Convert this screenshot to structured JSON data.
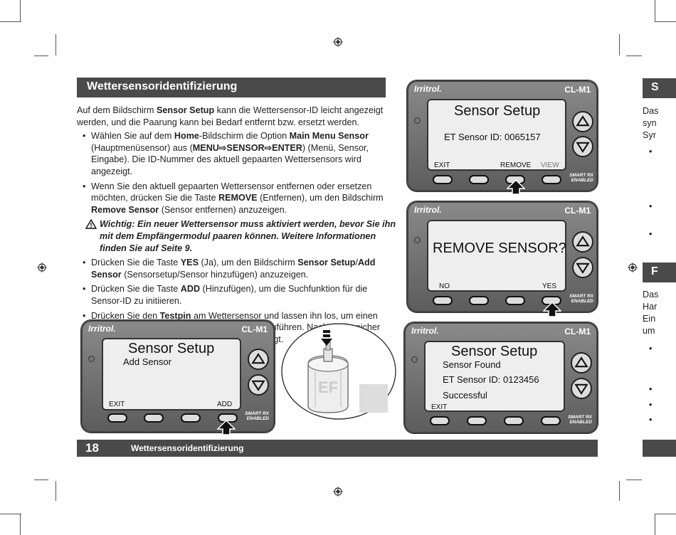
{
  "header": {
    "title": "Wettersensoridentifizierung"
  },
  "intro": {
    "p1_a": "Auf dem Bildschirm ",
    "p1_b": "Sensor Setup",
    "p1_c": " kann die Wettersensor-ID leicht angezeigt werden, und die Paarung kann bei Bedarf entfernt bzw. ersetzt werden."
  },
  "bullets": {
    "b1_a": "Wählen Sie auf dem ",
    "b1_b": "Home",
    "b1_c": "-Bildschirm die Option ",
    "b1_d": "Main Menu Sensor",
    "b1_e": " (Hauptmenüsensor) aus (",
    "b1_f": "MENU⇨SENSOR⇨ENTER",
    "b1_g": ") (Menü, Sensor, Eingabe). Die ID-Nummer des aktuell gepaarten Wettersensors wird angezeigt.",
    "b2_a": "Wenn Sie den aktuell gepaarten Wettersensor entfernen oder ersetzen möchten, drücken Sie die Taste ",
    "b2_b": "REMOVE",
    "b2_c": " (Entfernen), um den Bildschirm ",
    "b2_d": "Remove Sensor",
    "b2_e": " (Sensor entfernen) anzuzeigen.",
    "warn": "Wichtig: Ein neuer Wettersensor muss aktiviert werden, bevor Sie ihn mit dem Empfängermodul paaren können. Weitere Informationen finden Sie auf Seite 9.",
    "b3_a": "Drücken Sie die Taste ",
    "b3_b": "YES",
    "b3_c": " (Ja), um den Bildschirm ",
    "b3_d": "Sensor Setup",
    "b3_e": "/",
    "b3_f": "Add Sensor",
    "b3_g": " (Sensorsetup/Sensor hinzufügen) anzuzeigen.",
    "b4_a": "Drücken Sie die Taste ",
    "b4_b": "ADD",
    "b4_c": " (Hinzufügen), um die Suchfunktion für die Sensor-ID zu initiieren.",
    "b5_a": "Drücken Sie den ",
    "b5_b": "Testpin",
    "b5_c": " am Wettersensor und lassen ihn los, um einen Pingvorgang für das Empfängermodul durchzuführen. Nach erfolgreicher Paarung wird die 7-stellige Sensor-ID angezeigt."
  },
  "devices": {
    "brand": "Irritrol.",
    "model": "CL-M1",
    "smartrx_line1": "SMART RX",
    "smartrx_line2": "ENABLED",
    "d1": {
      "title": "Sensor Setup",
      "line1": "ET Sensor ID: 0065157",
      "key_left": "EXIT",
      "key_mid": "REMOVE",
      "key_right": "VIEW"
    },
    "d2": {
      "title": "REMOVE SENSOR?",
      "key_left": "NO",
      "key_right": "YES"
    },
    "d3": {
      "title": "Sensor Setup",
      "line1": "Add Sensor",
      "key_left": "EXIT",
      "key_right": "ADD"
    },
    "d4": {
      "title": "Sensor Setup",
      "line1": "Sensor Found",
      "line2": "ET Sensor ID: 0123456",
      "line3": "Successful",
      "key_left": "EXIT"
    }
  },
  "footer": {
    "page": "18",
    "title": "Wettersensoridentifizierung"
  },
  "right_page": {
    "header_letter": "S",
    "l1": "Das",
    "l2": "syn",
    "l3": "Syr",
    "header2_letter": "F",
    "l4": "Das",
    "l5": "Har",
    "l6": "Ein",
    "l7": "um",
    "bullet": "•"
  }
}
